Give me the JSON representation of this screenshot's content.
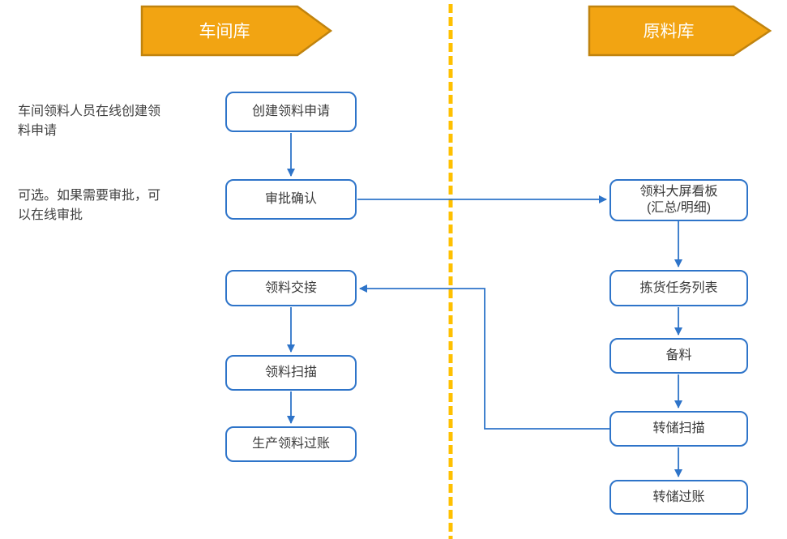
{
  "diagram": {
    "type": "swimlane-flowchart",
    "colors": {
      "node_border": "#2e74c9",
      "connector": "#2e74c9",
      "lane_header_fill": "#f2a412",
      "lane_header_border": "#c0830e",
      "lane_divider": "#ffc000",
      "node_text": "#3a3a3a",
      "header_text": "#ffffff"
    },
    "lanes": [
      {
        "id": "workshop-warehouse",
        "header": "车间库",
        "nodes": [
          "创建领料申请",
          "审批确认",
          "领料交接",
          "领料扫描",
          "生产领料过账"
        ]
      },
      {
        "id": "raw-material-warehouse",
        "header": "原料库",
        "nodes": [
          "领料大屏看板\n(汇总/明细)",
          "拣货任务列表",
          "备料",
          "转储扫描",
          "转储过账"
        ]
      }
    ],
    "annotations": [
      "车间领料人员在线创建领\n料申请",
      "可选。如果需要审批，可\n以在线审批"
    ],
    "edges": [
      {
        "from": "创建领料申请",
        "to": "审批确认"
      },
      {
        "from": "审批确认",
        "to": "领料大屏看板(汇总/明细)"
      },
      {
        "from": "领料大屏看板(汇总/明细)",
        "to": "拣货任务列表"
      },
      {
        "from": "拣货任务列表",
        "to": "备料"
      },
      {
        "from": "备料",
        "to": "转储扫描"
      },
      {
        "from": "转储扫描",
        "to": "转储过账"
      },
      {
        "from": "转储扫描",
        "to": "领料交接"
      },
      {
        "from": "领料交接",
        "to": "领料扫描"
      },
      {
        "from": "领料扫描",
        "to": "生产领料过账"
      }
    ]
  }
}
